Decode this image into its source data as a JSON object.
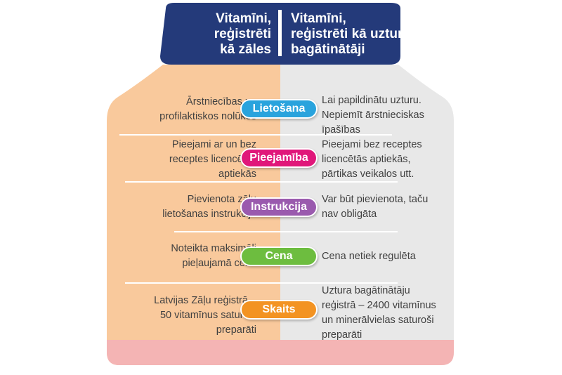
{
  "lid": {
    "left_title": [
      "Vitamīni,",
      "reģistrēti",
      "kā zāles"
    ],
    "right_title": [
      "Vitamīni,",
      "reģistrēti kā uztura",
      "bagātinātāji"
    ]
  },
  "rows": [
    {
      "label": "Lietošana",
      "color": "#29a3dd",
      "left": [
        "Ārstniecības un",
        "profilaktiskos nolūkos"
      ],
      "right": [
        "Lai papildinātu uzturu.",
        "Nepiemīt ārstnieciskas",
        "īpašības"
      ]
    },
    {
      "label": "Pieejamība",
      "color": "#e0177a",
      "left": [
        "Pieejami ar un bez",
        "receptes licencētās",
        "aptiekās"
      ],
      "right": [
        "Pieejami bez receptes",
        "licencētās aptiekās,",
        "pārtikas veikalos utt."
      ]
    },
    {
      "label": "Instrukcija",
      "color": "#9a5aae",
      "left": [
        "Pievienota zāļu",
        "lietošanas instrukcija"
      ],
      "right": [
        "Var būt pievienota, taču",
        "nav obligāta"
      ]
    },
    {
      "label": "Cena",
      "color": "#6dbd3f",
      "left": [
        "Noteikta maksimāli",
        "pieļaujamā cena"
      ],
      "right": [
        "Cena netiek regulēta"
      ]
    },
    {
      "label": "Skaits",
      "color": "#f39322",
      "left": [
        "Latvijas Zāļu reģistrā –",
        "50 vitamīnus saturoši",
        "preparāti"
      ],
      "right": [
        "Uztura bagātinātāju",
        "reģistrā – 2400 vitamīnus",
        "un minerālvielas saturoši",
        "preparāti"
      ]
    }
  ],
  "colors": {
    "lid": "#243a7a",
    "left_panel": "#f9c99c",
    "right_panel": "#e8e8e8",
    "bottom_band": "#f4b4b4"
  }
}
